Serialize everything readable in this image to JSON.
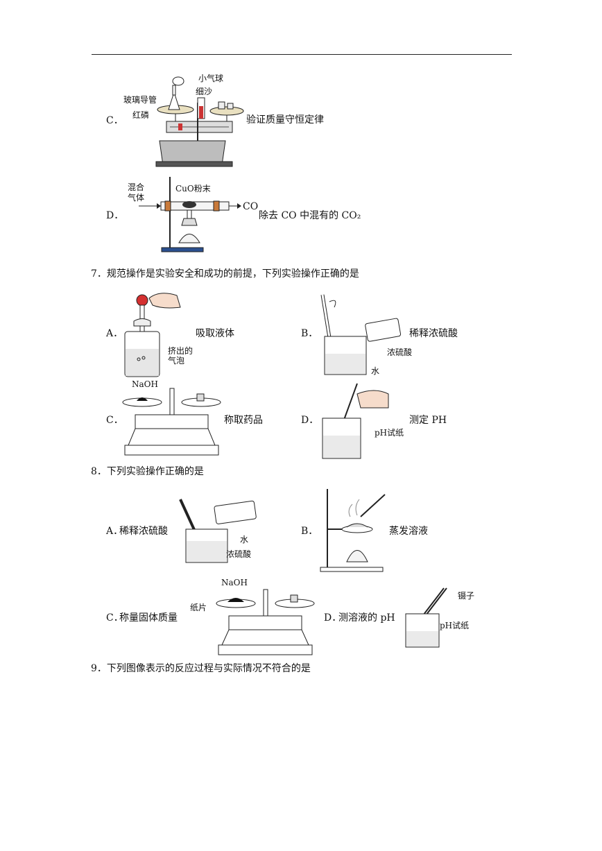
{
  "options": {
    "C": "C．",
    "D": "D．",
    "A": "A．",
    "B": "B．"
  },
  "item6": {
    "C": {
      "balloon": "小气球",
      "glass_tube": "玻璃导管",
      "sand": "细沙",
      "red_phosphorus": "红磷",
      "desc": "验证质量守恒定律"
    },
    "D": {
      "mixed_gas_1": "混合",
      "mixed_gas_2": "气体",
      "cuo": "CuO粉末",
      "co": "CO",
      "desc": "除去 CO 中混有的 CO₂"
    }
  },
  "q7": {
    "stem": "7．规范操作是实验安全和成功的前提，下列实验操作正确的是",
    "A": {
      "desc": "吸取液体",
      "bubbles_1": "挤出的",
      "bubbles_2": "气泡"
    },
    "B": {
      "desc": "稀释浓硫酸",
      "acid": "浓硫酸",
      "water": "水"
    },
    "C": {
      "desc": "称取药品",
      "naoh": "NaOH"
    },
    "D": {
      "desc": "测定 PH",
      "paper": "pH试纸"
    }
  },
  "q8": {
    "stem": "8．下列实验操作正确的是",
    "A": {
      "desc": "稀释浓硫酸",
      "water": "水",
      "acid": "浓硫酸"
    },
    "B": {
      "desc": "蒸发溶液"
    },
    "C": {
      "desc": "称量固体质量",
      "paper": "纸片",
      "naoh": "NaOH"
    },
    "D": {
      "desc": "测溶液的 pH",
      "tweezers": "镊子",
      "paper": "pH试纸"
    }
  },
  "q9": {
    "stem": "9．下列图像表示的反应过程与实际情况不符合的是"
  }
}
